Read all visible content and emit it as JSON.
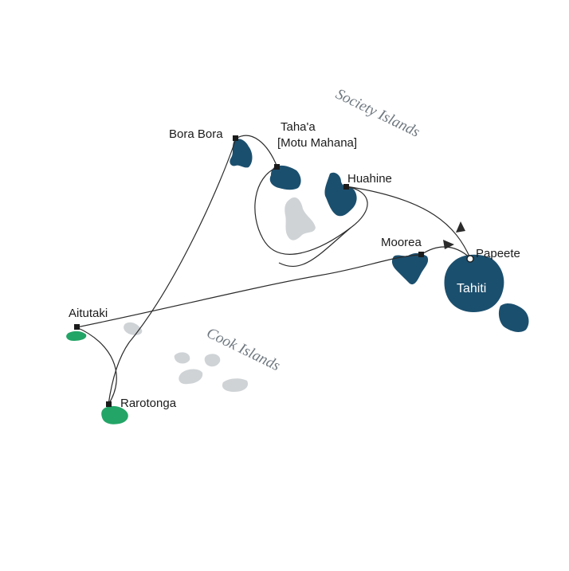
{
  "map": {
    "regions": {
      "society": "Society Islands",
      "cook": "Cook Islands"
    },
    "ports": {
      "bora_bora": "Bora Bora",
      "tahaa_line1": "Taha'a",
      "tahaa_line2": "[Motu Mahana]",
      "huahine": "Huahine",
      "moorea": "Moorea",
      "papeete": "Papeete",
      "tahiti": "Tahiti",
      "aitutaki": "Aitutaki",
      "rarotonga": "Rarotonga"
    },
    "colors": {
      "society_island": "#1b4f6e",
      "cook_island_visited": "#23a567",
      "other_island": "#cfd3d6",
      "route": "#2b2b2b",
      "region_label": "#6f7880"
    }
  }
}
